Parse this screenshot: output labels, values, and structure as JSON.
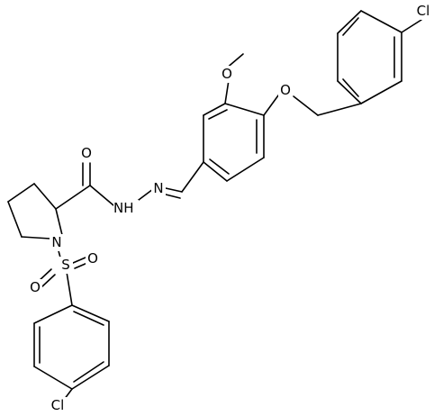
{
  "molecule": {
    "atom_labels": {
      "cl_top": "Cl",
      "o_methoxy": "O",
      "o_ether": "O",
      "o_carbonyl": "O",
      "n_imine": "N",
      "nh_hydrazide": "N",
      "h_hydrazide": "H",
      "n_ring": "N",
      "s_sulfonyl": "S",
      "o_sulfonyl_1": "O",
      "o_sulfonyl_2": "O",
      "cl_bottom": "Cl"
    }
  }
}
